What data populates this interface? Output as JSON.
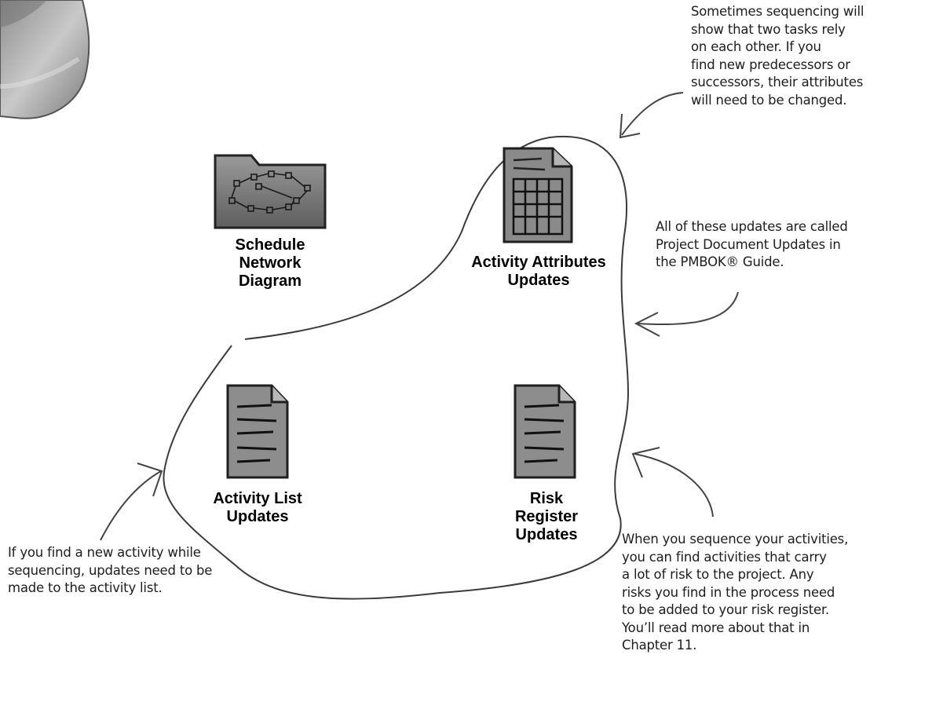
{
  "items": {
    "schedule_network_diagram": "Schedule\nNetwork\nDiagram",
    "activity_attributes_updates": "Activity Attributes\nUpdates",
    "activity_list_updates": "Activity List\nUpdates",
    "risk_register_updates": "Risk\nRegister\nUpdates"
  },
  "notes": {
    "top_right": "Sometimes sequencing will\nshow that two tasks rely\non each other. If you\nfind new predecessors or\nsuccessors, their attributes\nwill need to be changed.",
    "middle_right": "All of these updates are called\nProject Document Updates in\nthe PMBOK® Guide.",
    "bottom_left": "If you find a new activity while\nsequencing, updates need to be\nmade to the activity list.",
    "bottom_right": "When you sequence your activities,\nyou can find activities that carry\na lot of risk to the project. Any\nrisks you find in the process need\nto be added to your risk register.\nYou’ll read more about that in\nChapter 11."
  },
  "icons": [
    "folder-network-icon",
    "spreadsheet-document-icon",
    "document-icon",
    "document-icon"
  ]
}
